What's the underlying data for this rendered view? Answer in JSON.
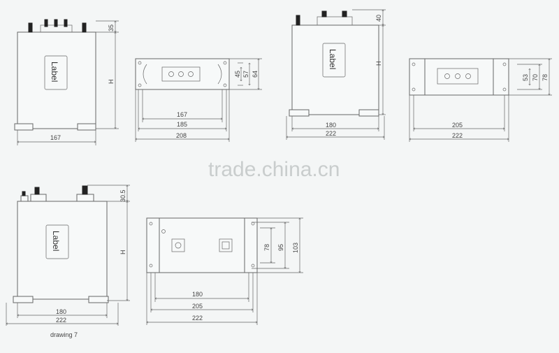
{
  "watermark": "trade.china.cn",
  "caption": "drawing 7",
  "label_text": "Label",
  "fig1": {
    "top": "35",
    "height": "H",
    "width": "167"
  },
  "fig2": {
    "inner": "167",
    "mid": "185",
    "outer": "208",
    "h1": "45",
    "h2": "57",
    "h3": "64"
  },
  "fig3": {
    "top": "40",
    "height": "H",
    "inner": "180",
    "outer": "222"
  },
  "fig4": {
    "inner": "205",
    "outer": "222",
    "h1": "53",
    "h2": "70",
    "h3": "78"
  },
  "fig5": {
    "top": "30.5",
    "height": "H",
    "inner": "180",
    "outer": "222"
  },
  "fig6": {
    "inner": "180",
    "mid": "205",
    "outer": "222",
    "h1": "78",
    "h2": "95",
    "h3": "103"
  }
}
